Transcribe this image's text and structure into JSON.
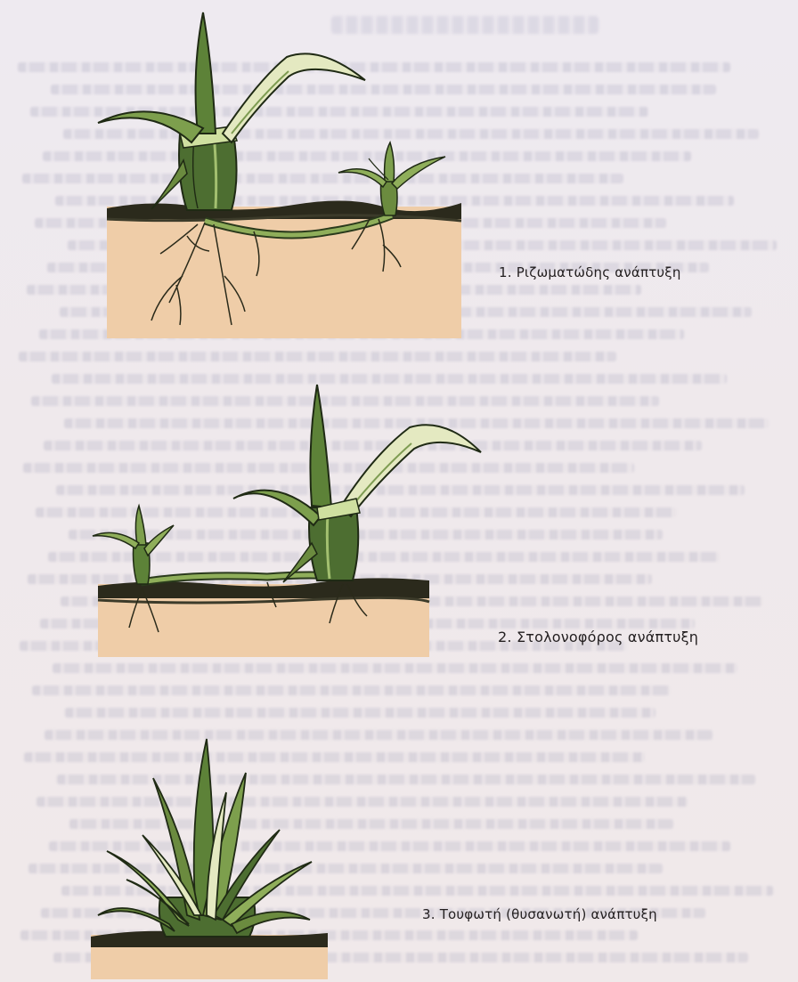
{
  "figures": [
    {
      "number": "1.",
      "caption": "Ριζωματώδης ανάπτυξη",
      "illustration": "rhizomatous-grass-plant"
    },
    {
      "number": "2.",
      "caption": "Στολονοφόρος ανάπτυξη",
      "illustration": "stoloniferous-grass-plant"
    },
    {
      "number": "3.",
      "caption": "Τουφωτή (θυσανωτή) ανάπτυξη",
      "illustration": "tufted-grass-plant"
    }
  ],
  "colors": {
    "soil": "#efcda8",
    "leaf_dark": "#3f5a2c",
    "leaf_light": "#8fae5a",
    "leaf_pale": "#dfe6b6",
    "outline": "#1f2a14",
    "text": "#231f20"
  }
}
